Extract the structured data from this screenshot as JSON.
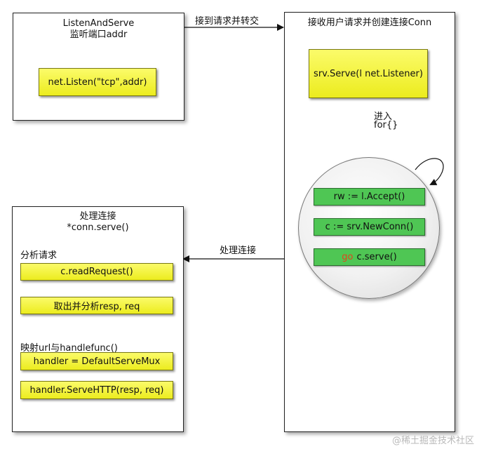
{
  "listen_box": {
    "title_line1": "ListenAndServe",
    "title_line2": "监听端口addr",
    "call": "net.Listen(\"tcp\",addr)"
  },
  "accept_box": {
    "title": "接收用户请求并创建连接Conn",
    "serve_call": "srv.Serve(l net.Listener)",
    "enter_label_line1": "进入",
    "enter_label_line2": "for{}",
    "loop_steps": [
      "rw := l.Accept()",
      "c := srv.NewConn()",
      "c.serve()"
    ],
    "go_keyword": "go"
  },
  "conn_box": {
    "title_line1": "处理连接",
    "title_line2": "*conn.serve()",
    "section1_label": "分析请求",
    "step1": "c.readRequest()",
    "step2": "取出并分析resp, req",
    "section2_label": "映射url与handlefunc()",
    "step3": "handler = DefaultServeMux",
    "step4": "handler.ServeHTTP(resp, req)"
  },
  "arrows": {
    "accept_label": "接到请求并转交",
    "handle_label": "处理连接"
  },
  "watermark": "@稀土掘金技术社区"
}
